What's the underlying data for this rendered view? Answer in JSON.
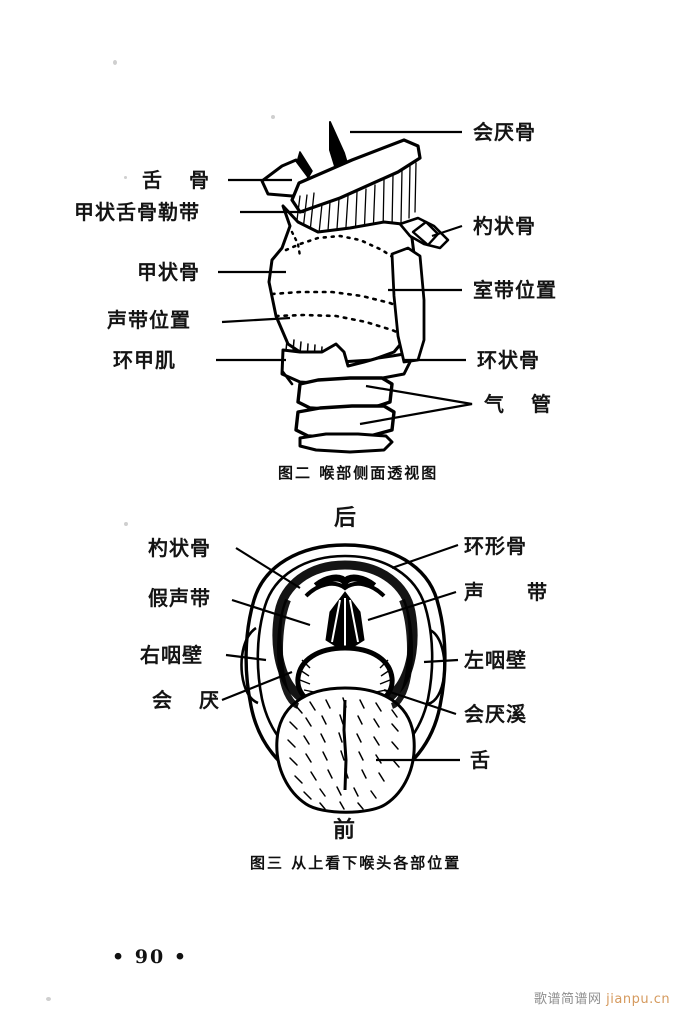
{
  "page": {
    "number": "• 90 •",
    "background_color": "#ffffff",
    "ink_color": "#111111"
  },
  "figure2": {
    "caption": "图二  喉部侧面透视图",
    "labels_left": [
      {
        "text": "舌  骨",
        "id": "hyoid-bone"
      },
      {
        "text": "甲状舌骨勒带",
        "id": "thyrohyoid-ligament"
      },
      {
        "text": "甲状骨",
        "id": "thyroid-cartilage"
      },
      {
        "text": "声带位置",
        "id": "vocal-cord-position"
      },
      {
        "text": "环甲肌",
        "id": "cricothyroid-muscle"
      }
    ],
    "labels_right": [
      {
        "text": "会厌骨",
        "id": "epiglottis-bone"
      },
      {
        "text": "杓状骨",
        "id": "arytenoid-cartilage"
      },
      {
        "text": "室带位置",
        "id": "ventricular-fold-position"
      },
      {
        "text": "环状骨",
        "id": "cricoid-cartilage"
      },
      {
        "text": "气  管",
        "id": "trachea"
      }
    ]
  },
  "figure3": {
    "caption": "图三   从上看下喉头各部位置",
    "orientation_top": "后",
    "orientation_bottom": "前",
    "labels_left": [
      {
        "text": "杓状骨",
        "id": "arytenoid-cartilage"
      },
      {
        "text": "假声带",
        "id": "false-vocal-cord"
      },
      {
        "text": "右咽壁",
        "id": "right-pharyngeal-wall"
      },
      {
        "text": "会  厌",
        "id": "epiglottis"
      }
    ],
    "labels_right": [
      {
        "text": "环形骨",
        "id": "ring-cartilage"
      },
      {
        "text": "声  带",
        "id": "vocal-cord"
      },
      {
        "text": "左咽壁",
        "id": "left-pharyngeal-wall"
      },
      {
        "text": "会厌溪",
        "id": "vallecula"
      },
      {
        "text": "舌",
        "id": "tongue"
      }
    ]
  },
  "watermark": {
    "cn": "歌谱简谱网",
    "en": "jianpu.cn",
    "cn_color": "#8e8e8e",
    "en_color": "#d59a5e"
  }
}
